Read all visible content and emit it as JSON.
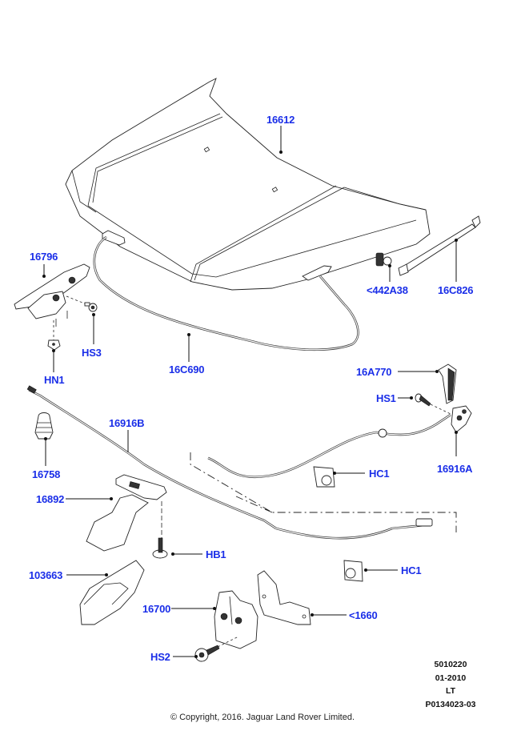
{
  "diagram": {
    "title": "Bonnet / Hood and Hood Release Components",
    "label_color": "#1a2ee8",
    "callouts": [
      {
        "id": "16612",
        "text": "16612",
        "part": "hood-panel"
      },
      {
        "id": "16796",
        "text": "16796",
        "part": "hood-hinge"
      },
      {
        "id": "HS3",
        "text": "HS3",
        "part": "hinge-screw"
      },
      {
        "id": "HN1",
        "text": "HN1",
        "part": "hinge-nut"
      },
      {
        "id": "16C690",
        "text": "16C690",
        "part": "hood-seal"
      },
      {
        "id": "442A38",
        "text": "<442A38",
        "part": "hood-bumper"
      },
      {
        "id": "16C826",
        "text": "16C826",
        "part": "gas-strut"
      },
      {
        "id": "16A770",
        "text": "16A770",
        "part": "release-handle"
      },
      {
        "id": "HS1",
        "text": "HS1",
        "part": "handle-screw"
      },
      {
        "id": "16916A",
        "text": "16916A",
        "part": "release-cable-front"
      },
      {
        "id": "16916B",
        "text": "16916B",
        "part": "release-cable-rear"
      },
      {
        "id": "16758",
        "text": "16758",
        "part": "bump-stop"
      },
      {
        "id": "16892",
        "text": "16892",
        "part": "safety-catch"
      },
      {
        "id": "HC1_a",
        "text": "HC1",
        "part": "cable-clip-upper"
      },
      {
        "id": "HB1",
        "text": "HB1",
        "part": "catch-bolt"
      },
      {
        "id": "HC1_b",
        "text": "HC1",
        "part": "cable-clip-lower"
      },
      {
        "id": "103663",
        "text": "103663",
        "part": "catch-cover"
      },
      {
        "id": "16700",
        "text": "16700",
        "part": "hood-latch"
      },
      {
        "id": "1660",
        "text": "<1660",
        "part": "latch-bracket"
      },
      {
        "id": "HS2",
        "text": "HS2",
        "part": "latch-screw"
      }
    ],
    "meta": {
      "code": "5010220",
      "date": "01-2010",
      "side": "LT",
      "ref": "P0134023-03"
    },
    "copyright": "© Copyright, 2016. Jaguar Land Rover Limited."
  }
}
